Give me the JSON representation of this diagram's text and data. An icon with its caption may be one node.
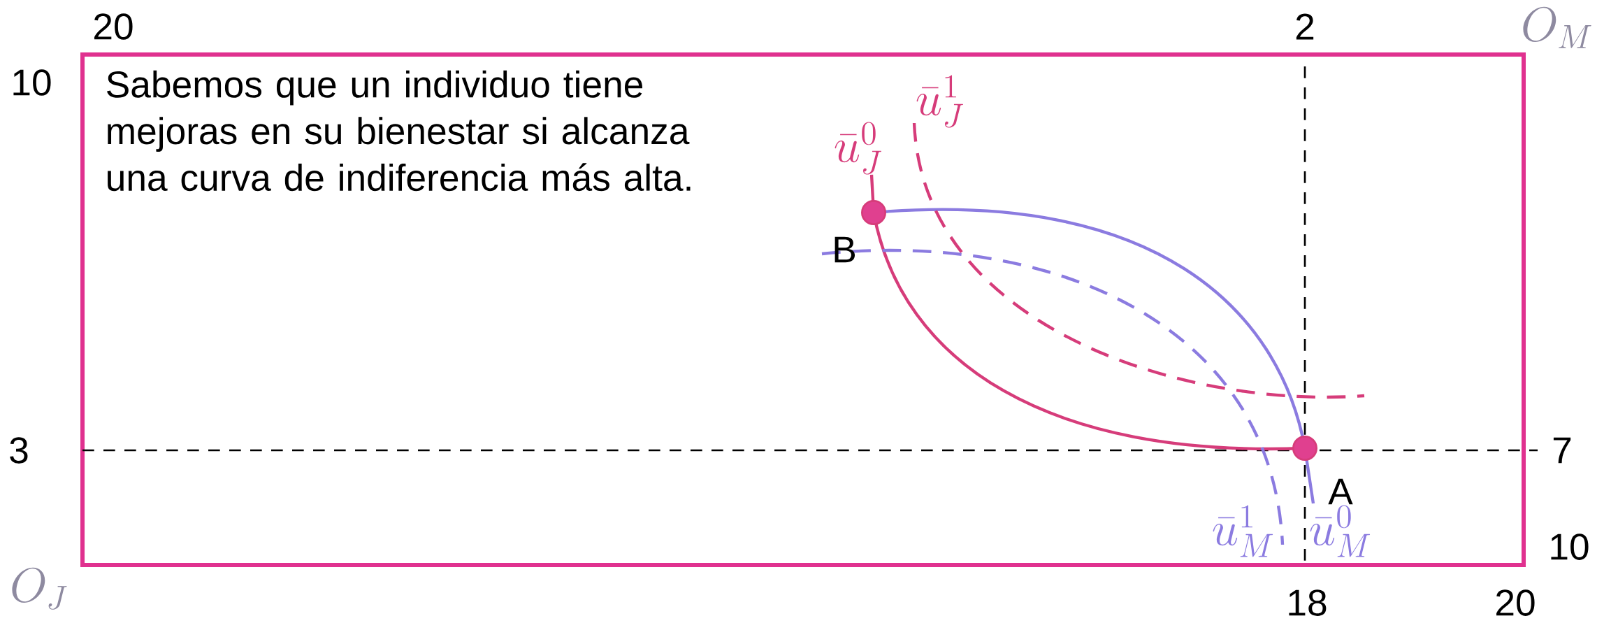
{
  "diagram": {
    "nodes": [
      {
        "text": [],
        "shape": "circle",
        "beside": [
          "B"
        ]
      },
      {
        "text": [],
        "shape": "circle",
        "beside": [
          "A"
        ]
      }
    ],
    "labels": [
      "20",
      "2",
      "O_M",
      "10",
      "Sabemos que un individuo tiene mejoras en su bienestar si alcanza una curva de indiferencia más alta.",
      "\\bar{u}_J^1",
      "\\bar{u}_J^0",
      "3",
      "7",
      "\\bar{u}_M^1",
      "\\bar{u}_M^0",
      "10",
      "O_J",
      "18",
      "20"
    ]
  }
}
